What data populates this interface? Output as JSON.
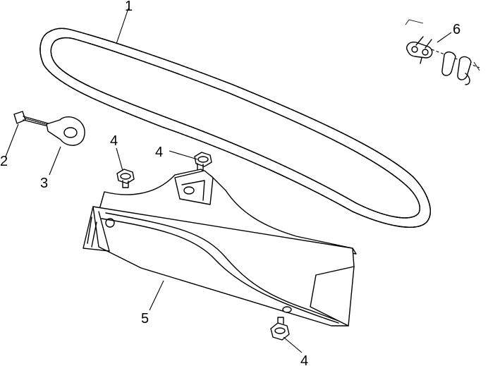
{
  "diagram": {
    "callouts": [
      {
        "id": "chain",
        "label": "1"
      },
      {
        "id": "adjuster-bolt",
        "label": "2"
      },
      {
        "id": "adjuster-eye",
        "label": "3"
      },
      {
        "id": "nut-left",
        "label": "4"
      },
      {
        "id": "nut-center",
        "label": "4"
      },
      {
        "id": "nut-bottom",
        "label": "4"
      },
      {
        "id": "chain-guard",
        "label": "5"
      },
      {
        "id": "master-link",
        "label": "6"
      }
    ]
  }
}
